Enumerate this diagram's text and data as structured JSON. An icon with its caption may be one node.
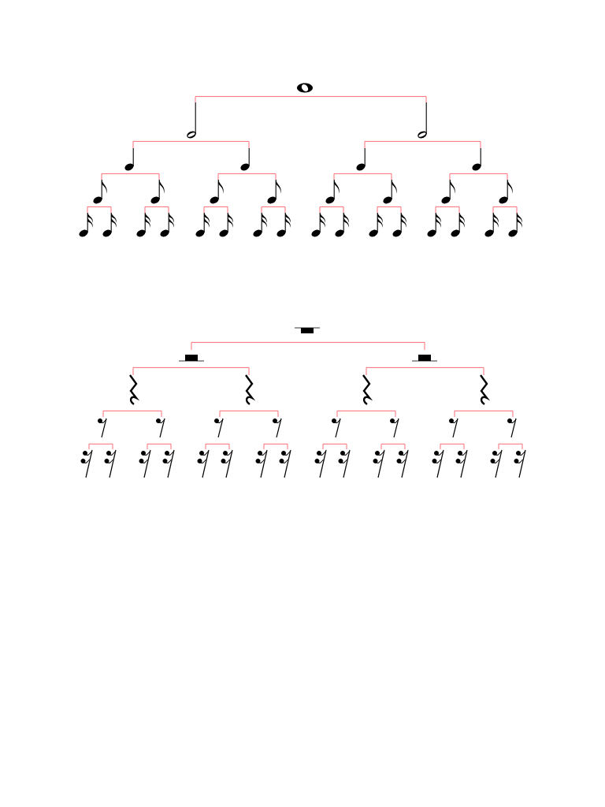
{
  "diagram": {
    "nodes": [
      {
        "text": [],
        "shape": "note"
      },
      {
        "text": [],
        "shape": "note"
      },
      {
        "text": [],
        "shape": "note"
      },
      {
        "text": [],
        "shape": "note"
      },
      {
        "text": [],
        "shape": "note"
      },
      {
        "text": [],
        "shape": "note"
      },
      {
        "text": [],
        "shape": "note"
      },
      {
        "text": [],
        "shape": "note"
      },
      {
        "text": [],
        "shape": "note"
      },
      {
        "text": [],
        "shape": "note"
      },
      {
        "text": [],
        "shape": "note"
      },
      {
        "text": [],
        "shape": "note"
      },
      {
        "text": [],
        "shape": "note"
      },
      {
        "text": [],
        "shape": "note"
      },
      {
        "text": [],
        "shape": "note"
      },
      {
        "text": [],
        "shape": "note"
      },
      {
        "text": [],
        "shape": "note"
      },
      {
        "text": [],
        "shape": "note"
      },
      {
        "text": [],
        "shape": "note"
      },
      {
        "text": [],
        "shape": "note"
      },
      {
        "text": [],
        "shape": "note"
      },
      {
        "text": [],
        "shape": "note"
      },
      {
        "text": [],
        "shape": "note"
      },
      {
        "text": [],
        "shape": "note"
      },
      {
        "text": [],
        "shape": "note"
      },
      {
        "text": [],
        "shape": "note"
      },
      {
        "text": [],
        "shape": "note"
      },
      {
        "text": [],
        "shape": "note"
      },
      {
        "text": [],
        "shape": "note"
      },
      {
        "text": [],
        "shape": "note"
      },
      {
        "text": [],
        "shape": "note"
      },
      {
        "text": [],
        "shape": "rest"
      },
      {
        "text": [],
        "shape": "rest"
      },
      {
        "text": [],
        "shape": "rest"
      },
      {
        "text": [],
        "shape": "rest"
      },
      {
        "text": [],
        "shape": "rest"
      },
      {
        "text": [],
        "shape": "rest"
      },
      {
        "text": [],
        "shape": "rest"
      },
      {
        "text": [],
        "shape": "rest"
      },
      {
        "text": [],
        "shape": "rest"
      },
      {
        "text": [],
        "shape": "rest"
      },
      {
        "text": [],
        "shape": "rest"
      },
      {
        "text": [],
        "shape": "rest"
      },
      {
        "text": [],
        "shape": "rest"
      },
      {
        "text": [],
        "shape": "rest"
      },
      {
        "text": [],
        "shape": "rest"
      },
      {
        "text": [],
        "shape": "rest"
      },
      {
        "text": [],
        "shape": "rest"
      },
      {
        "text": [],
        "shape": "rest"
      },
      {
        "text": [],
        "shape": "rest"
      },
      {
        "text": [],
        "shape": "rest"
      },
      {
        "text": [],
        "shape": "rest"
      },
      {
        "text": [],
        "shape": "rest"
      },
      {
        "text": [],
        "shape": "rest"
      },
      {
        "text": [],
        "shape": "rest"
      },
      {
        "text": [],
        "shape": "rest"
      },
      {
        "text": [],
        "shape": "rest"
      },
      {
        "text": [],
        "shape": "rest"
      },
      {
        "text": [],
        "shape": "rest"
      },
      {
        "text": [],
        "shape": "rest"
      },
      {
        "text": [],
        "shape": "rest"
      },
      {
        "text": [],
        "shape": "rest"
      }
    ],
    "edges": [
      {
        "from": 0,
        "to": 1,
        "arrow": "none"
      },
      {
        "from": 0,
        "to": 2,
        "arrow": "none"
      },
      {
        "from": 1,
        "to": 3,
        "arrow": "none"
      },
      {
        "from": 1,
        "to": 4,
        "arrow": "none"
      },
      {
        "from": 2,
        "to": 5,
        "arrow": "none"
      },
      {
        "from": 2,
        "to": 6,
        "arrow": "none"
      },
      {
        "from": 3,
        "to": 7,
        "arrow": "none"
      },
      {
        "from": 3,
        "to": 8,
        "arrow": "none"
      },
      {
        "from": 4,
        "to": 9,
        "arrow": "none"
      },
      {
        "from": 4,
        "to": 10,
        "arrow": "none"
      },
      {
        "from": 5,
        "to": 11,
        "arrow": "none"
      },
      {
        "from": 5,
        "to": 12,
        "arrow": "none"
      },
      {
        "from": 6,
        "to": 13,
        "arrow": "none"
      },
      {
        "from": 6,
        "to": 14,
        "arrow": "none"
      },
      {
        "from": 7,
        "to": 15,
        "arrow": "none"
      },
      {
        "from": 7,
        "to": 16,
        "arrow": "none"
      },
      {
        "from": 8,
        "to": 17,
        "arrow": "none"
      },
      {
        "from": 8,
        "to": 18,
        "arrow": "none"
      },
      {
        "from": 9,
        "to": 19,
        "arrow": "none"
      },
      {
        "from": 9,
        "to": 20,
        "arrow": "none"
      },
      {
        "from": 10,
        "to": 21,
        "arrow": "none"
      },
      {
        "from": 10,
        "to": 22,
        "arrow": "none"
      },
      {
        "from": 11,
        "to": 23,
        "arrow": "none"
      },
      {
        "from": 11,
        "to": 24,
        "arrow": "none"
      },
      {
        "from": 12,
        "to": 25,
        "arrow": "none"
      },
      {
        "from": 12,
        "to": 26,
        "arrow": "none"
      },
      {
        "from": 13,
        "to": 27,
        "arrow": "none"
      },
      {
        "from": 13,
        "to": 28,
        "arrow": "none"
      },
      {
        "from": 14,
        "to": 29,
        "arrow": "none"
      },
      {
        "from": 14,
        "to": 30,
        "arrow": "none"
      },
      {
        "from": 31,
        "to": 32,
        "arrow": "none"
      },
      {
        "from": 31,
        "to": 33,
        "arrow": "none"
      },
      {
        "from": 32,
        "to": 34,
        "arrow": "none"
      },
      {
        "from": 32,
        "to": 35,
        "arrow": "none"
      },
      {
        "from": 33,
        "to": 36,
        "arrow": "none"
      },
      {
        "from": 33,
        "to": 37,
        "arrow": "none"
      },
      {
        "from": 34,
        "to": 38,
        "arrow": "none"
      },
      {
        "from": 34,
        "to": 39,
        "arrow": "none"
      },
      {
        "from": 35,
        "to": 40,
        "arrow": "none"
      },
      {
        "from": 35,
        "to": 41,
        "arrow": "none"
      },
      {
        "from": 36,
        "to": 42,
        "arrow": "none"
      },
      {
        "from": 36,
        "to": 43,
        "arrow": "none"
      },
      {
        "from": 37,
        "to": 44,
        "arrow": "none"
      },
      {
        "from": 37,
        "to": 45,
        "arrow": "none"
      },
      {
        "from": 38,
        "to": 46,
        "arrow": "none"
      },
      {
        "from": 38,
        "to": 47,
        "arrow": "none"
      },
      {
        "from": 39,
        "to": 48,
        "arrow": "none"
      },
      {
        "from": 39,
        "to": 49,
        "arrow": "none"
      },
      {
        "from": 40,
        "to": 50,
        "arrow": "none"
      },
      {
        "from": 40,
        "to": 51,
        "arrow": "none"
      },
      {
        "from": 41,
        "to": 52,
        "arrow": "none"
      },
      {
        "from": 41,
        "to": 53,
        "arrow": "none"
      },
      {
        "from": 42,
        "to": 54,
        "arrow": "none"
      },
      {
        "from": 42,
        "to": 55,
        "arrow": "none"
      },
      {
        "from": 43,
        "to": 56,
        "arrow": "none"
      },
      {
        "from": 43,
        "to": 57,
        "arrow": "none"
      },
      {
        "from": 44,
        "to": 58,
        "arrow": "none"
      },
      {
        "from": 44,
        "to": 59,
        "arrow": "none"
      },
      {
        "from": 45,
        "to": 60,
        "arrow": "none"
      },
      {
        "from": 45,
        "to": 61,
        "arrow": "none"
      }
    ]
  }
}
